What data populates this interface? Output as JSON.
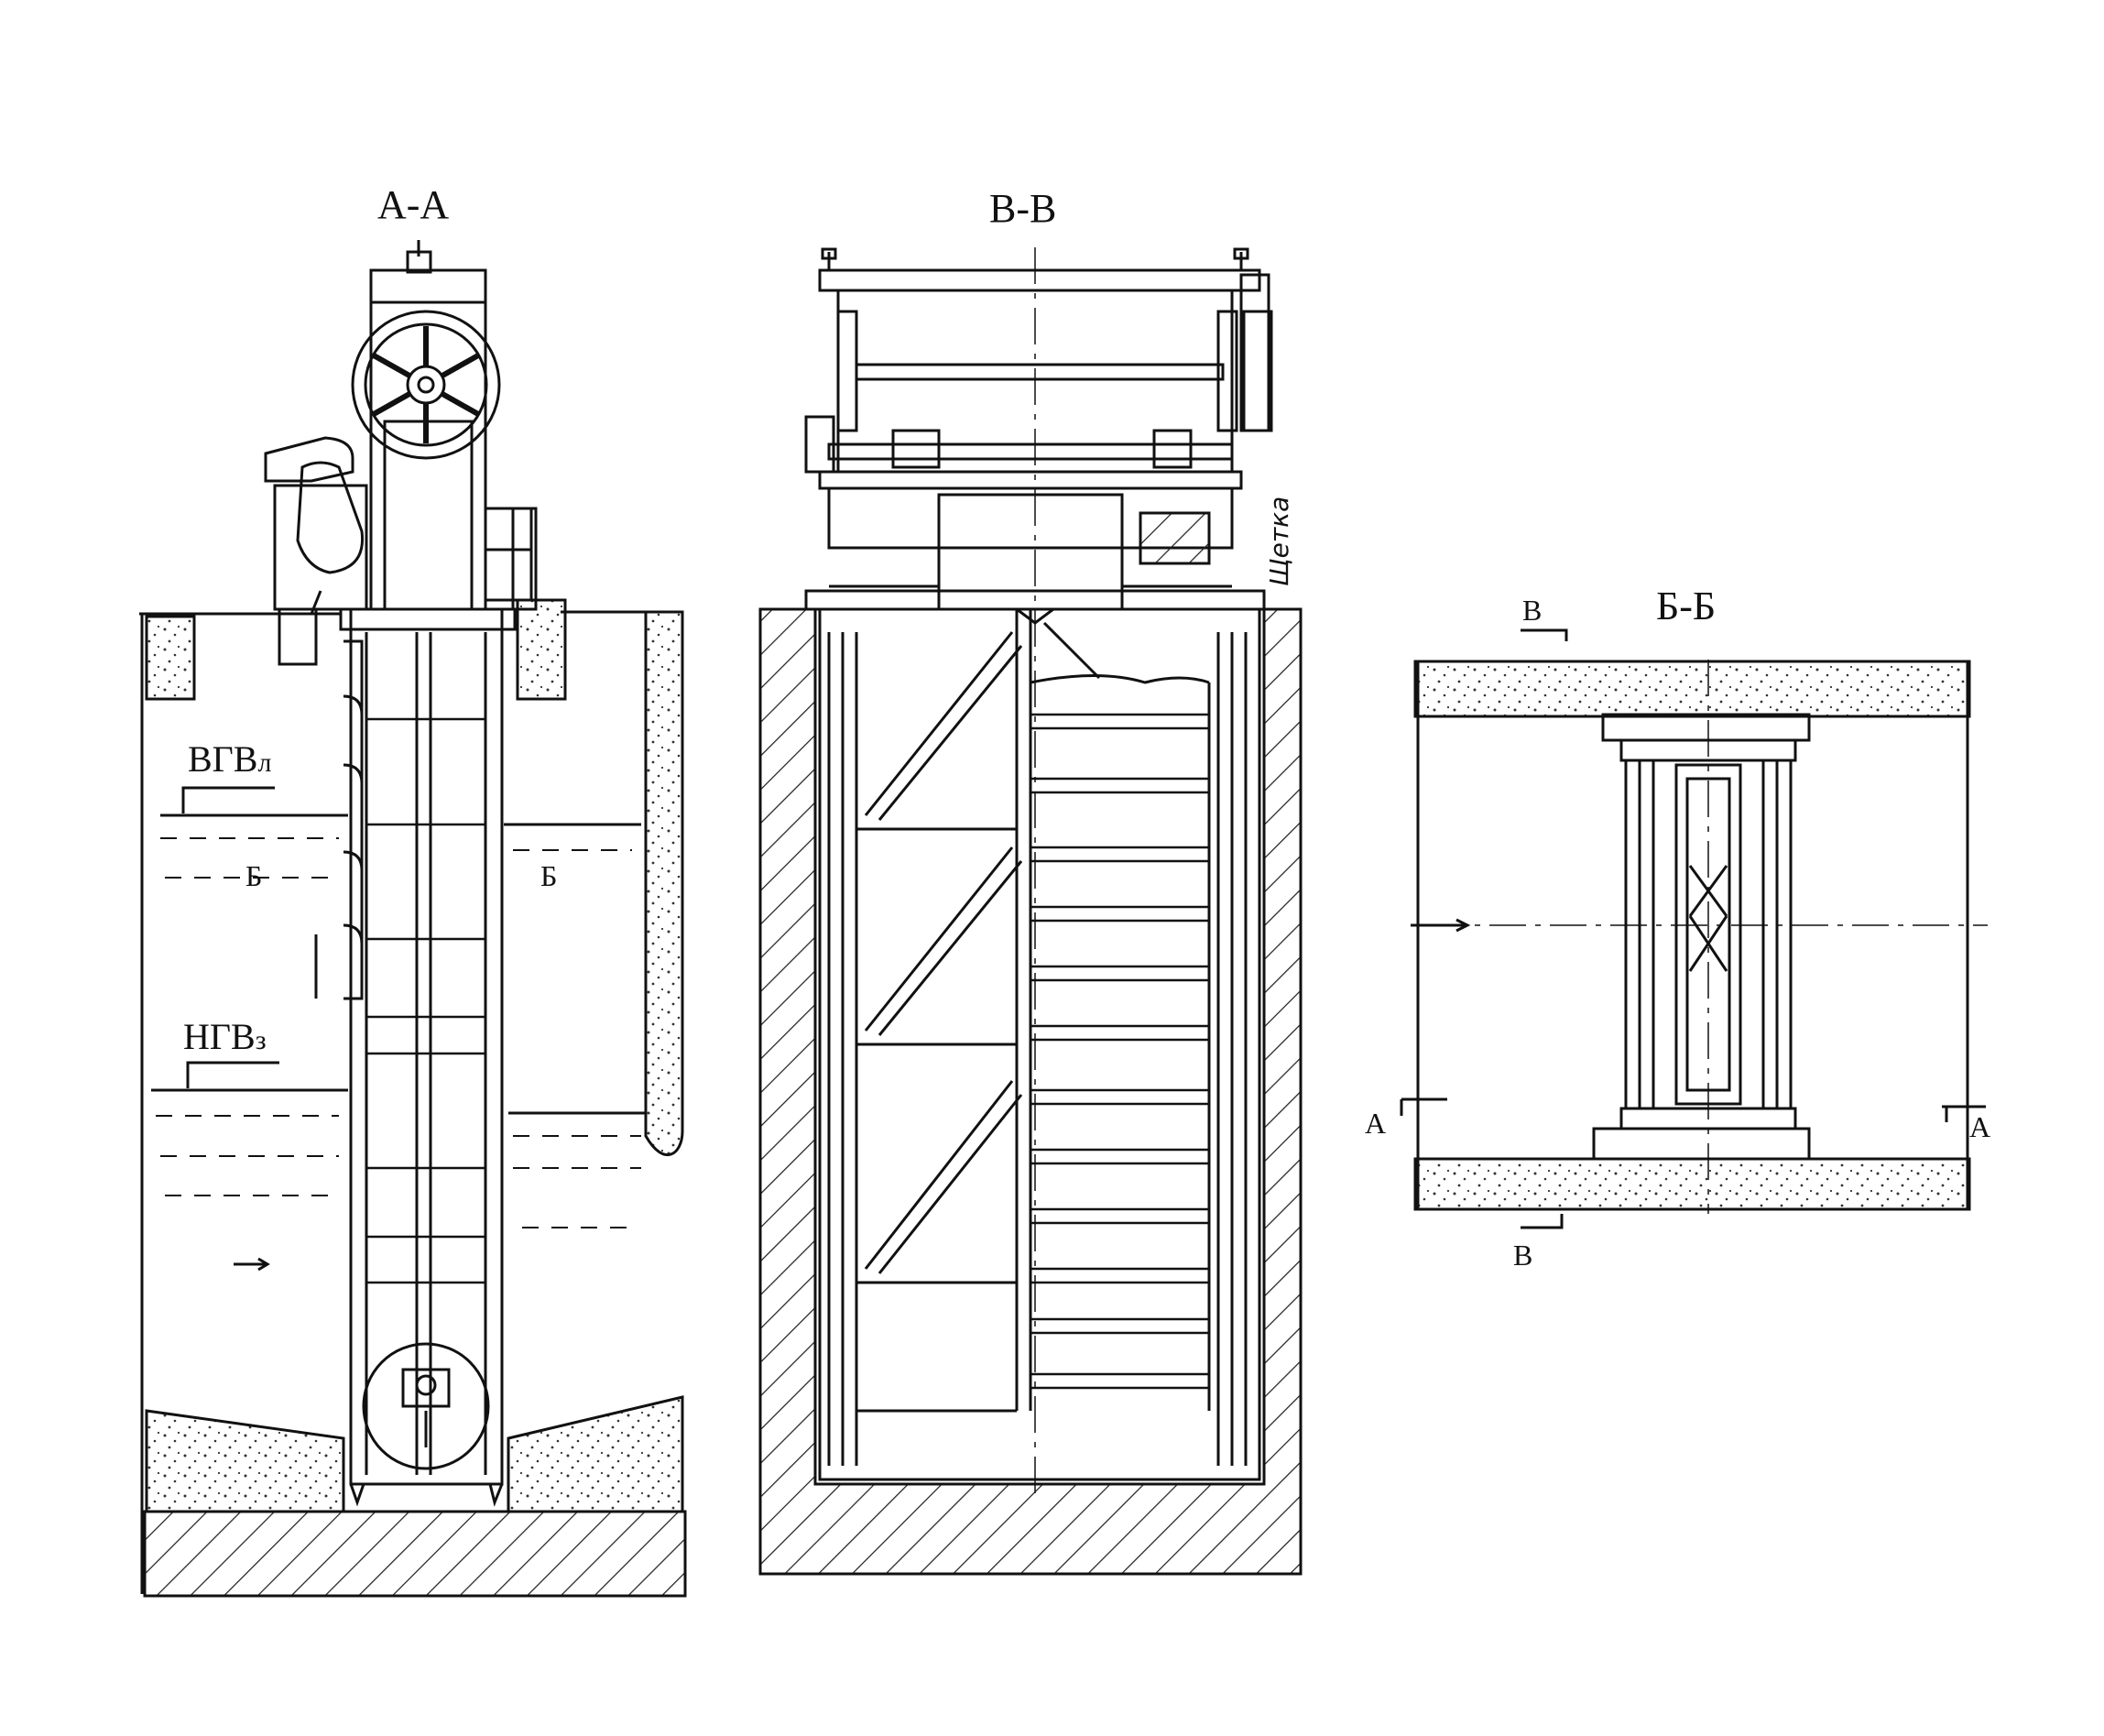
{
  "sections": {
    "a": {
      "title": "А-А"
    },
    "v": {
      "title": "В-В"
    },
    "b": {
      "title": "Б-Б"
    }
  },
  "levels": {
    "high": {
      "main": "ВГВ",
      "sub": "л"
    },
    "low": {
      "main": "НГВ",
      "sub": "з"
    }
  },
  "cut_marks": {
    "b_left": "Б",
    "b_right": "Б",
    "a_left": "А",
    "a_right": "А",
    "v_top": "В",
    "v_bottom": "В"
  },
  "brush_label": "Щетка",
  "colors": {
    "ink": "#111111",
    "paper": "#ffffff"
  }
}
